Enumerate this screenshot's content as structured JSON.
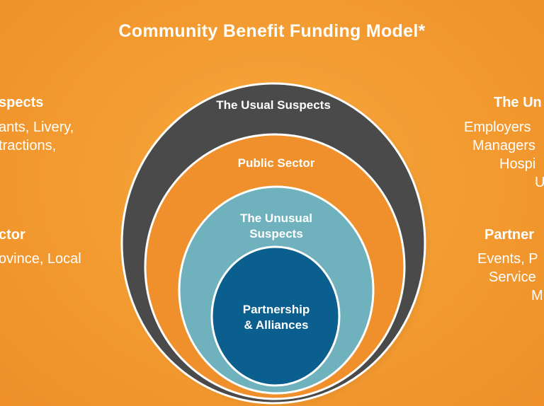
{
  "title": "Community Benefit Funding Model*",
  "colors": {
    "background": "#f29a30",
    "outer_ring": "#4a4a4a",
    "public_sector_ring": "#f0902c",
    "unusual_ring": "#6fb1bd",
    "core": "#0a5f8f",
    "ring_outline": "#ffffff"
  },
  "left_panel": {
    "block1": {
      "heading": "spects",
      "lines": [
        "ants, Livery,",
        "tractions,",
        "­"
      ]
    },
    "block2": {
      "heading": "ctor",
      "lines": [
        "ovince, Local"
      ]
    }
  },
  "right_panel": {
    "block1": {
      "heading": "The Un",
      "lines": [
        "Employers",
        "Managers",
        "Hospi",
        "U"
      ]
    },
    "block2": {
      "heading": "Partner",
      "lines": [
        "Events, P",
        "Service",
        "M"
      ]
    }
  },
  "rings": {
    "outer": "The Usual Suspects",
    "public_sector": "Public Sector",
    "unusual": [
      "The Unusual",
      "Suspects"
    ],
    "core": [
      "Partnership",
      "& Alliances"
    ]
  }
}
